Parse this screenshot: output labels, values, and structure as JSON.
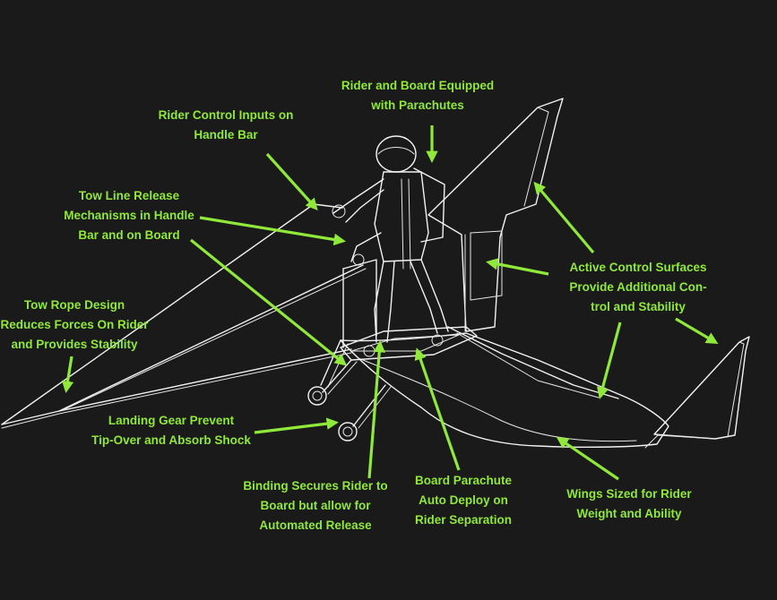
{
  "colors": {
    "background": "#1a1a1a",
    "label": "#8fe83a",
    "sketch": "#f2f2f2"
  },
  "labels": {
    "parachutes": [
      "Rider and Board Equipped",
      "with Parachutes"
    ],
    "control_inputs": [
      "Rider Control Inputs on",
      "Handle Bar"
    ],
    "tow_release": [
      "Tow Line Release",
      "Mechanisms in Handle",
      "Bar and on Board"
    ],
    "active_surfaces": [
      "Active Control Surfaces",
      "Provide Additional Con-",
      "trol and Stability"
    ],
    "tow_rope": [
      "Tow Rope Design",
      "Reduces Forces On Rider",
      "and Provides Stability"
    ],
    "landing_gear": [
      "Landing Gear Prevent",
      "Tip-Over and Absorb Shock"
    ],
    "binding": [
      "Binding Secures Rider to",
      "Board but allow for",
      "Automated Release"
    ],
    "board_parachute": [
      "Board Parachute",
      "Auto Deploy on",
      "Rider Separation"
    ],
    "wings": [
      "Wings Sized for Rider",
      "Weight and Ability"
    ]
  }
}
